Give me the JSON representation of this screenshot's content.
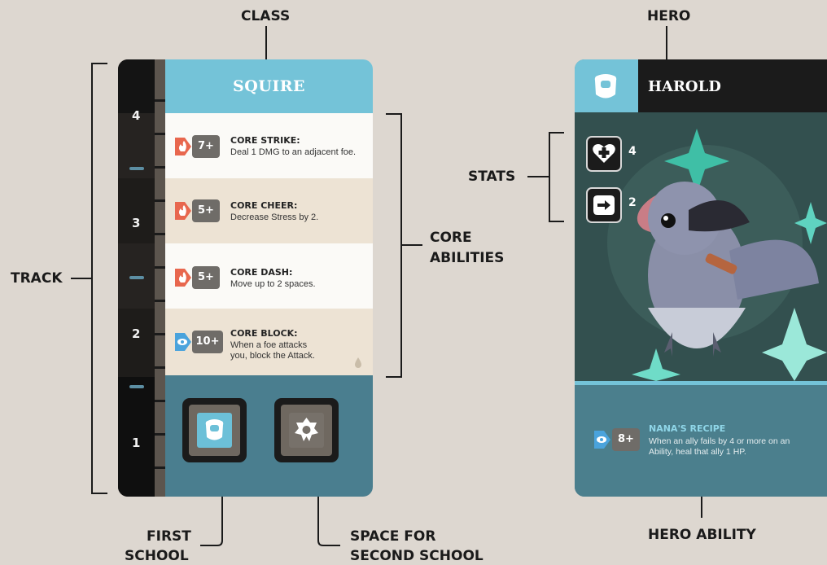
{
  "callouts": {
    "class": "CLASS",
    "hero": "HERO",
    "track": "TRACK",
    "core_abilities_line1": "CORE",
    "core_abilities_line2": "ABILITIES",
    "stats": "STATS",
    "first_school_line1": "FIRST",
    "first_school_line2": "SCHOOL",
    "second_school_line1": "SPACE FOR",
    "second_school_line2": "SECOND SCHOOL",
    "hero_ability": "HERO ABILITY"
  },
  "class_card": {
    "title": "SQUIRE",
    "track_levels": [
      "4",
      "3",
      "2",
      "1"
    ],
    "abilities": [
      {
        "icon": "flame-arrow-icon",
        "icon_color": "#e8674e",
        "target": "7+",
        "name": "CORE STRIKE:",
        "desc": "Deal 1 DMG to an adjacent foe."
      },
      {
        "icon": "flame-arrow-icon",
        "icon_color": "#e8674e",
        "target": "5+",
        "name": "CORE CHEER:",
        "desc": "Decrease Stress by 2."
      },
      {
        "icon": "flame-arrow-icon",
        "icon_color": "#e8674e",
        "target": "5+",
        "name": "CORE DASH:",
        "desc": "Move up to 2 spaces."
      },
      {
        "icon": "eye-arrow-icon",
        "icon_color": "#4aa3dc",
        "target": "10+",
        "name": "CORE BLOCK:",
        "desc": "When a foe attacks you, block the Attack."
      }
    ],
    "first_school_icon": "shield-icon",
    "second_school_icon": "gear-icon"
  },
  "hero_card": {
    "name": "HAROLD",
    "emblem_icon": "shield-icon",
    "stats": [
      {
        "icon": "heart-plus-icon",
        "value": "4"
      },
      {
        "icon": "move-arrow-icon",
        "value": "2"
      }
    ],
    "ability": {
      "icon": "eye-arrow-icon",
      "target": "8+",
      "name": "NANA'S RECIPE",
      "desc": "When an ally fails by 4 or more on an Ability, heal that ally 1 HP."
    }
  },
  "colors": {
    "background": "#ddd7d0",
    "accent_blue": "#74c3d8",
    "card_teal": "#4b7f8d",
    "ink": "#1b1b1b"
  }
}
